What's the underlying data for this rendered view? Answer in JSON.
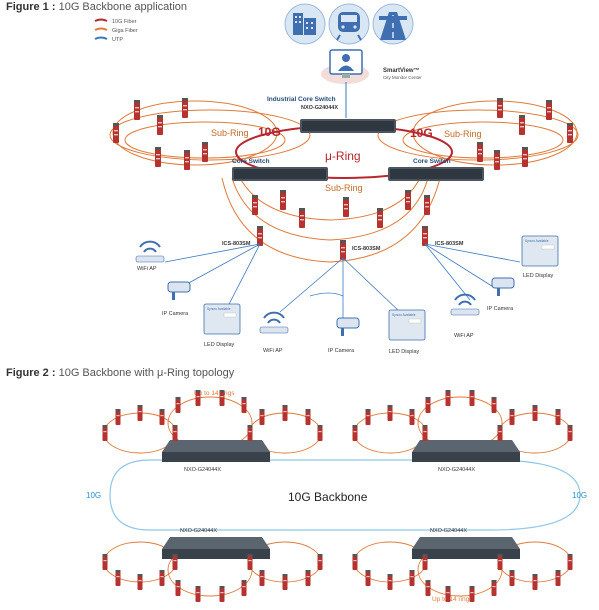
{
  "figure1": {
    "caption_prefix": "Figure 1 :",
    "caption_text": "10G Backbone application",
    "legend": [
      {
        "label": "10G  Fiber",
        "color": "#b8262e"
      },
      {
        "label": "Giga  Fiber",
        "color": "#e07b3a"
      },
      {
        "label": "UTP",
        "color": "#3a78c2"
      }
    ],
    "smartview_title": "SmartView™",
    "smartview_subtitle": "City Monitor Center",
    "core_label": "Industrial Core Switch",
    "core_model": "NXO-G24044X",
    "left_core": "Core Switch",
    "right_core": "Core Switch",
    "ring_label": "μ-Ring",
    "tenG_left": "10G",
    "tenG_right": "10G",
    "subring_left": "Sub-Ring",
    "subring_right": "Sub-Ring",
    "subring_bottom": "Sub-Ring",
    "ics_left": "ICS-803SM",
    "ics_mid": "ICS-803SM",
    "ics_right": "ICS-803SM",
    "wifi_left": "WiFi AP",
    "wifi_mid": "WiFi AP",
    "wifi_right": "WiFi AP",
    "camera_left": "IP Camera",
    "camera_mid": "IP Camera",
    "camera_right": "IP Camera",
    "led_left": "LED Display",
    "led_mid": "LED Display",
    "led_right": "LED Display",
    "display_brand": "Syncro Available"
  },
  "figure2": {
    "caption_prefix": "Figure 2 :",
    "caption_text": "10G Backbone with μ-Ring topology",
    "rings_top": "Up to 14 rings",
    "rings_bottom": "Up to 14 rings",
    "switch_tl": "NXO-G24044X",
    "switch_tr": "NXO-G24044X",
    "switch_bl": "NXO-G24044X",
    "switch_br": "NXO-G24044X",
    "backbone_label": "10G Backbone",
    "tenG_left": "10G",
    "tenG_right": "10G"
  },
  "colors": {
    "fiber10g": "#b8262e",
    "gigaFiber": "#e07b3a",
    "utp": "#3a78c2",
    "backbone": "#8fc7e8",
    "switchBody": "#4a5560",
    "deviceRed": "#b5322e"
  },
  "icons": {
    "top": [
      "building-icon",
      "train-icon",
      "highway-icon"
    ],
    "monitor": "monitor-user-icon"
  }
}
